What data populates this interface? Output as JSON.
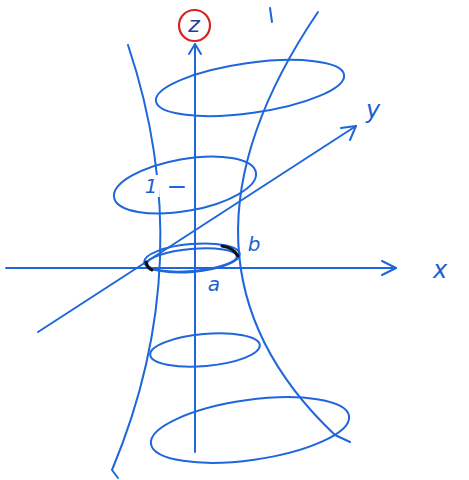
{
  "diagram": {
    "nodes": [
      {
        "text": [
          "z"
        ]
      }
    ],
    "labels": [
      "1",
      "y",
      "b",
      "a",
      "x"
    ]
  }
}
